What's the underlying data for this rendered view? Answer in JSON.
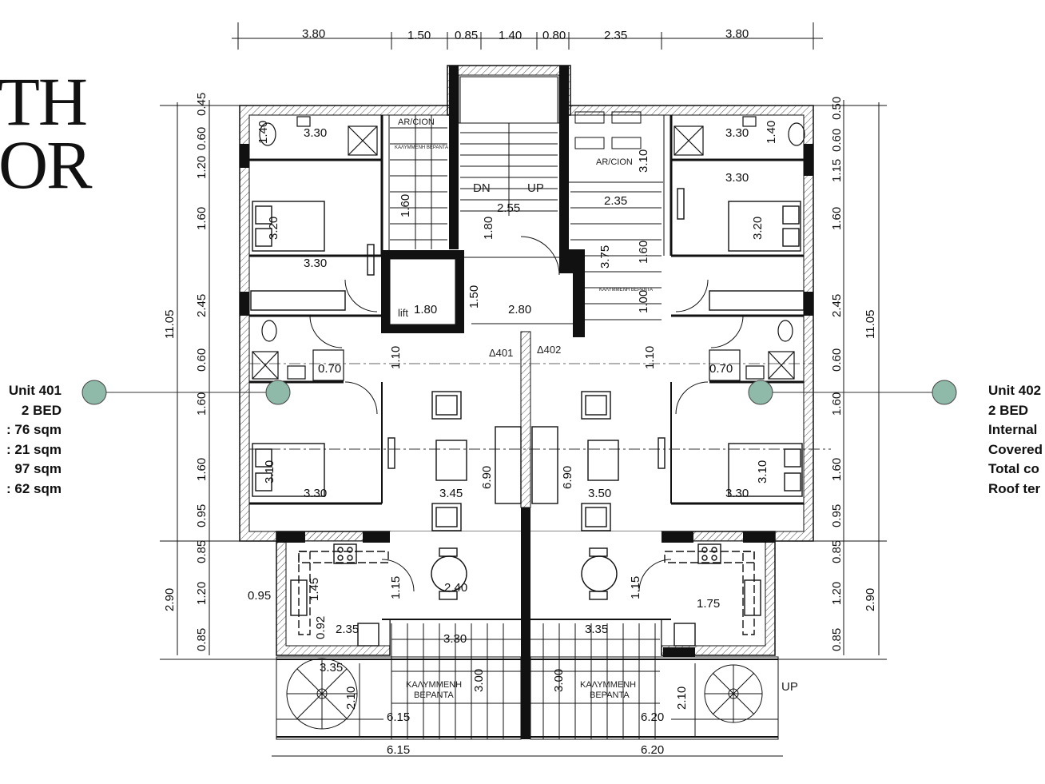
{
  "brand": {
    "line1": "TH",
    "line2": "OR"
  },
  "unit_left": {
    "lines": [
      "Unit 401",
      "2 BED",
      ": 76 sqm",
      ": 21 sqm",
      "97 sqm",
      ": 62 sqm"
    ]
  },
  "unit_right": {
    "lines": [
      "Unit 402",
      "2 BED",
      "Internal",
      "Covered",
      "Total co",
      "Roof ter"
    ]
  },
  "marker_color": "#8fb9a8",
  "plan": {
    "top_dims": [
      "3.80",
      "1.50",
      "0.85",
      "1.40",
      "0.80",
      "2.35",
      "3.80"
    ],
    "left_dims": [
      "0.45",
      "0.60",
      "1.20",
      "1.60",
      "2.45",
      "0.60",
      "1.60",
      "1.60",
      "0.95",
      "0.85",
      "1.20",
      "0.85"
    ],
    "right_dims": [
      "0.50",
      "0.60",
      "1.15",
      "1.60",
      "2.45",
      "0.60",
      "1.60",
      "1.60",
      "0.95",
      "0.85",
      "1.20",
      "0.85"
    ],
    "overall_left": "11.05",
    "overall_right": "11.05",
    "overall_left_bottom": "2.90",
    "overall_right_bottom": "2.90",
    "bottom_dims": [
      "6.15",
      "6.20"
    ],
    "room_dims": [
      "3.30",
      "3.30",
      "3.20",
      "3.30",
      "3.30",
      "3.20",
      "1.80",
      "2.80",
      "2.55",
      "2.35",
      "3.75",
      "1.60",
      "1.00",
      "1.10",
      "1.10",
      "0.70",
      "0.70",
      "3.10",
      "3.10",
      "3.30",
      "3.30",
      "3.45",
      "3.50",
      "6.90",
      "6.90",
      "2.40",
      "1.15",
      "1.15",
      "0.95",
      "1.45",
      "2.35",
      "0.92",
      "1.75",
      "3.35",
      "3.30",
      "3.35",
      "3.00",
      "3.00",
      "2.10",
      "2.10",
      "6.15",
      "6.20",
      "1.50",
      "1.80",
      "1.60",
      "3.10",
      "1.40",
      "1.40"
    ],
    "labels": {
      "arcion": "AR/CION",
      "dn": "DN",
      "up": "UP",
      "up_roof": "UP",
      "lift": "lift",
      "delta401": "Δ401",
      "delta402": "Δ402",
      "veranda1": "ΚΑΛΥΜΜΕΝΗ",
      "veranda2": "ΒΕΡΑΝΤΑ",
      "veranda_small": "ΚΑΛΥΜΜΕΝΗ ΒΕΡΑΝΤΑ"
    }
  }
}
